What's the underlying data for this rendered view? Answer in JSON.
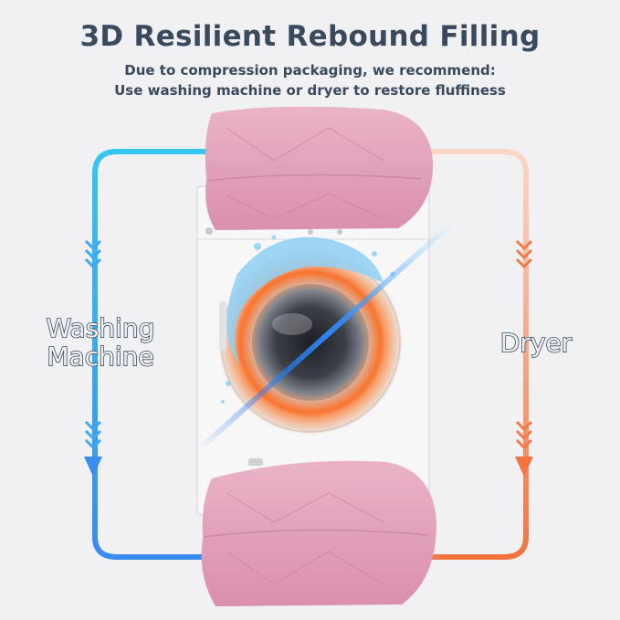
{
  "header": {
    "title": "3D Resilient Rebound Filling",
    "line1": "Due to compression packaging, we recommend:",
    "line2": "Use washing machine or dryer to restore fluffiness"
  },
  "labels": {
    "washing_line1": "Washing",
    "washing_line2": "Machine",
    "dryer": "Dryer"
  },
  "colors": {
    "blue": "#3ea8f5",
    "orange": "#f27a4a",
    "comforter": "#e6a4bd",
    "text": "#3a4a5c"
  },
  "icons": {
    "left_arrows": "chevron-down-icon",
    "right_arrows": "chevron-down-icon"
  }
}
